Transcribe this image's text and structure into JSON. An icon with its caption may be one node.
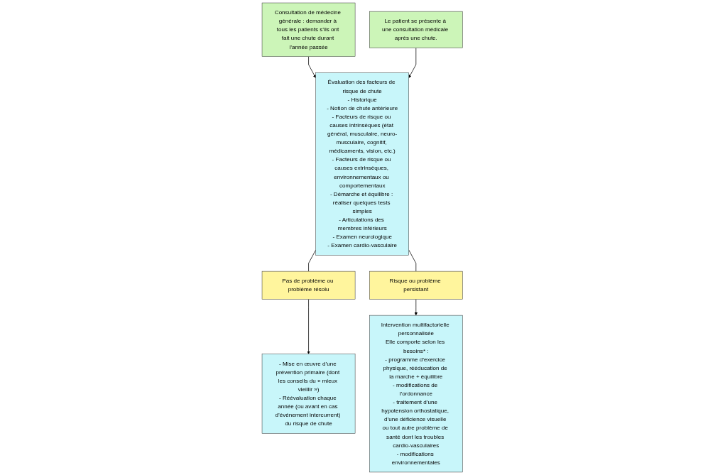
{
  "diagram": {
    "nodes": [
      {
        "text": [
          "Consultation de médecine générale : demander à tous les patients s’ils ont fait une chute durant l’année passée"
        ]
      },
      {
        "text": [
          "Le patient se présente à une consultation médicale après une chute."
        ]
      },
      {
        "text": [
          "Évaluation des facteurs de risque de chute",
          "- Historique",
          "- Notion de chute antérieure",
          "- Facteurs de risque ou causes intrinsèques (état général, musculaire, neuro-musculaire, cognitif, médicaments, vision, etc.)",
          "- Facteurs de risque ou causes extrinsèques, environnementaux ou comportementaux",
          "- Démarche et équilibre : réaliser quelques tests simples",
          "- Articulations des membres inférieurs",
          "- Examen neurologique",
          "- Examen cardio-vasculaire"
        ]
      },
      {
        "text": [
          "Pas de problème ou problème résolu"
        ]
      },
      {
        "text": [
          "Risque ou problème persistant"
        ]
      },
      {
        "text": [
          "- Mise en œuvre d’une prévention primaire (dont les conseils du « mieux vieillir »)",
          "- Réévaluation chaque année (ou avant en cas d’événement intercurrent) du risque de chute"
        ]
      },
      {
        "text": [
          "Intervention multifactorielle personnalisée",
          "Elle comporte selon les besoins* :",
          "- programme d’exercice physique, rééducation de la marche + équilibre",
          "- modifications de l’ordonnance",
          "- traitement d’une hypotension orthostatique, d’une déficience visuelle ou tout autre problème de santé dont les troubles cardio-vasculaires",
          "- modifications environnementales"
        ]
      }
    ],
    "edges": [
      {
        "from": 0,
        "to": 2,
        "arrow": "to"
      },
      {
        "from": 1,
        "to": 2,
        "arrow": "to"
      },
      {
        "from": 2,
        "to": 3,
        "arrow": "none"
      },
      {
        "from": 2,
        "to": 4,
        "arrow": "none"
      },
      {
        "from": 3,
        "to": 5,
        "arrow": "to"
      },
      {
        "from": 4,
        "to": 6,
        "arrow": "to"
      }
    ]
  }
}
